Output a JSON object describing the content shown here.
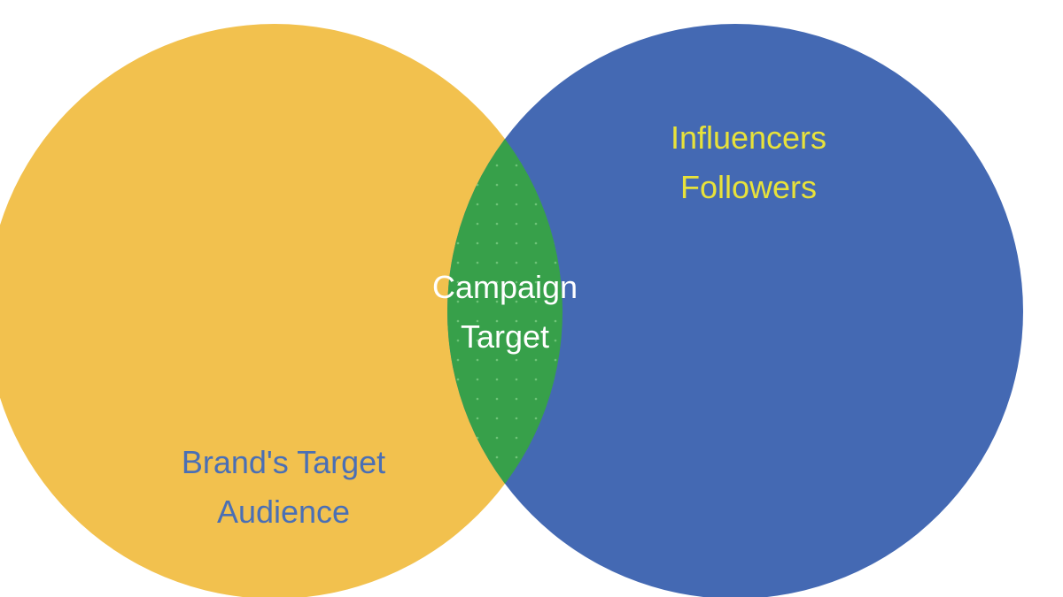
{
  "diagram": {
    "type": "venn",
    "sets": [
      {
        "id": "brand",
        "lines": [
          "Brand's Target",
          "Audience"
        ],
        "fill_color": "#F2C14E",
        "text_color": "#4A6FB5"
      },
      {
        "id": "influencers",
        "lines": [
          "Influencers",
          "Followers"
        ],
        "fill_color": "#4469B3",
        "text_color": "#E8E23A"
      }
    ],
    "intersection": {
      "lines": [
        "Campaign",
        "Target"
      ],
      "fill_color": "#37A04A",
      "text_color": "#FFFFFF",
      "pattern": "dotted"
    }
  }
}
